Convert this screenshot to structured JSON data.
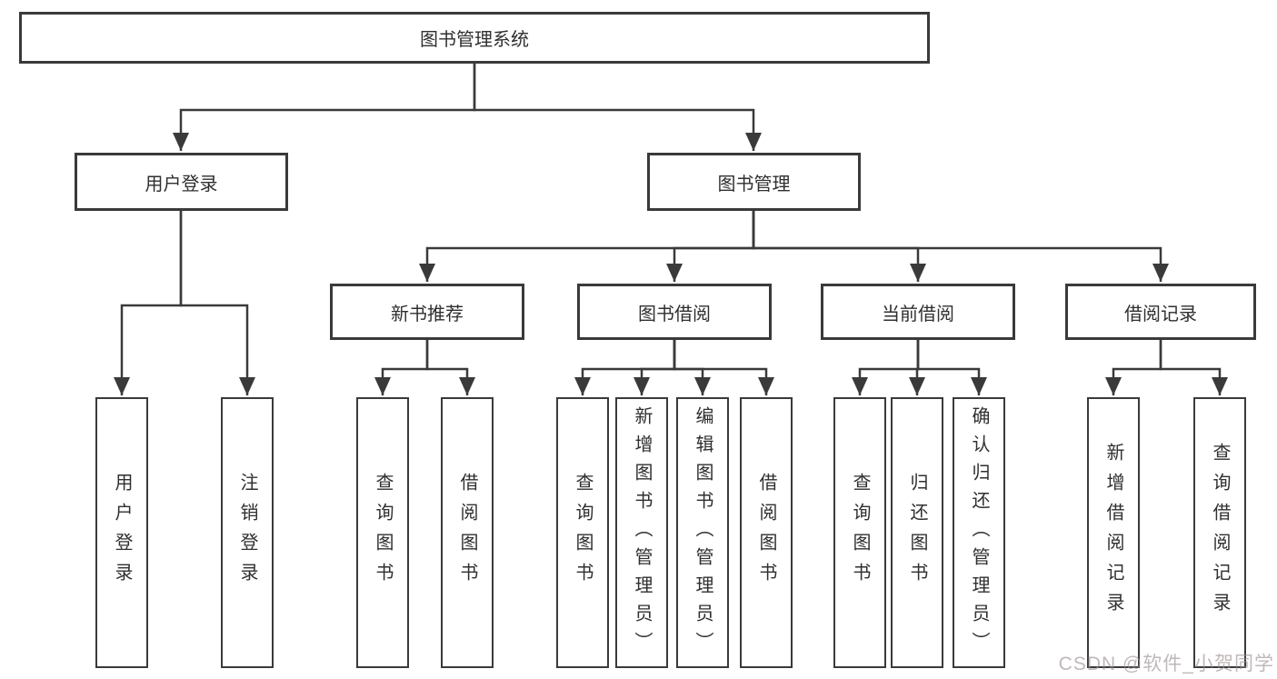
{
  "diagram": {
    "root": {
      "label": "图书管理系统"
    },
    "level2": [
      {
        "label": "用户登录"
      },
      {
        "label": "图书管理"
      }
    ],
    "level3": [
      {
        "label": "新书推荐"
      },
      {
        "label": "图书借阅"
      },
      {
        "label": "当前借阅"
      },
      {
        "label": "借阅记录"
      }
    ],
    "leaves": {
      "userLogin": [
        {
          "label": "用户登录"
        },
        {
          "label": "注销登录"
        }
      ],
      "newBook": [
        {
          "label": "查询图书"
        },
        {
          "label": "借阅图书"
        }
      ],
      "bookBorrow": [
        {
          "label": "查询图书"
        },
        {
          "label": "新增图书（管理员）"
        },
        {
          "label": "编辑图书（管理员）"
        },
        {
          "label": "借阅图书"
        }
      ],
      "currentBorrow": [
        {
          "label": "查询图书"
        },
        {
          "label": "归还图书"
        },
        {
          "label": "确认归还（管理员）"
        }
      ],
      "borrowRecord": [
        {
          "label": "新增借阅记录"
        },
        {
          "label": "查询借阅记录"
        }
      ]
    },
    "colors": {
      "line": "#3a3a3a",
      "box_background": "#ffffff",
      "text": "#2f2f2f",
      "watermark": "rgba(153,140,140,0.62)"
    }
  },
  "watermark": "CSDN @软件_小贺同学"
}
